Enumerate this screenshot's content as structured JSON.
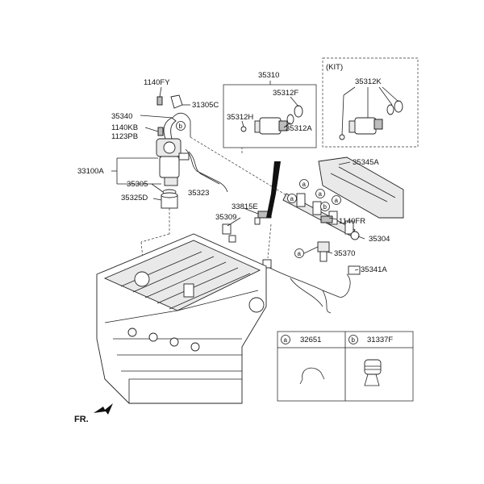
{
  "labels": {
    "p35310": "35310",
    "p35312F": "35312F",
    "p35312H": "35312H",
    "p35312A": "35312A",
    "kit": "(KIT)",
    "p35312K": "35312K",
    "p1140FY": "1140FY",
    "p31305C": "31305C",
    "p35340": "35340",
    "p1140KB": "1140KB",
    "p1123PB": "1123PB",
    "p33100A": "33100A",
    "p35305": "35305",
    "p35325D": "35325D",
    "p35323": "35323",
    "p35345A": "35345A",
    "p33815E": "33815E",
    "p35309": "35309",
    "p1140FR": "1140FR",
    "p35304": "35304",
    "p35370": "35370",
    "p35341A": "35341A",
    "p32651": "32651",
    "p31337F": "31337F",
    "fr": "FR."
  },
  "callouts": {
    "a": "a",
    "b": "b"
  }
}
